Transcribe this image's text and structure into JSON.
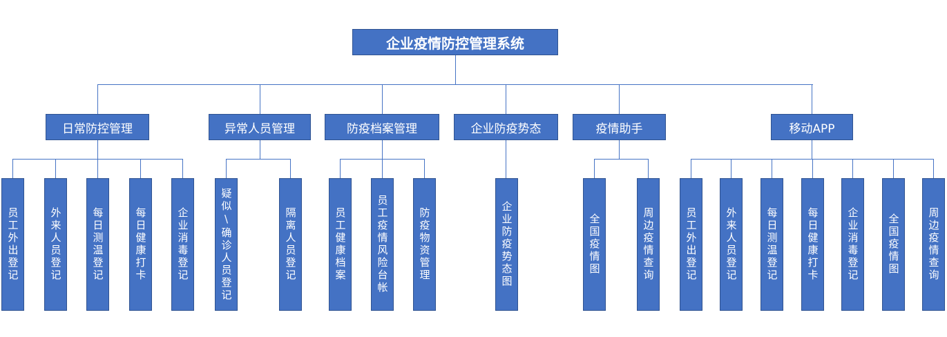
{
  "root": {
    "label": "企业疫情防控管理系统"
  },
  "categories": [
    {
      "label": "日常防控管理",
      "children": [
        "员工外出登记",
        "外来人员登记",
        "每日测温登记",
        "每日健康打卡",
        "企业消毒登记"
      ]
    },
    {
      "label": "异常人员管理",
      "children": [
        "疑似\\确诊人员登记",
        "隔离人员登记"
      ]
    },
    {
      "label": "防疫档案管理",
      "children": [
        "员工健康档案",
        "员工疫情风险台帐",
        "防疫物资管理"
      ]
    },
    {
      "label": "企业防疫势态",
      "children": [
        "企业防疫势态图"
      ]
    },
    {
      "label": "疫情助手",
      "children": [
        "全国疫情图",
        "周边疫情查询"
      ]
    },
    {
      "label": "移动APP",
      "children": [
        "员工外出登记",
        "外来人员登记",
        "每日测温登记",
        "每日健康打卡",
        "企业消毒登记",
        "全国疫情图",
        "周边疫情查询"
      ]
    }
  ]
}
